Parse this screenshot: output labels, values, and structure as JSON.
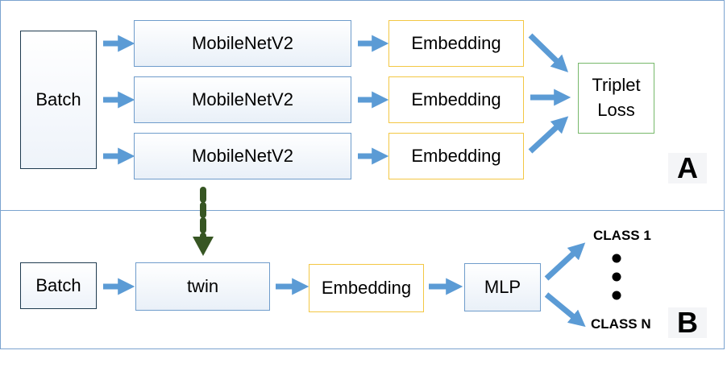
{
  "panel_a": {
    "tag": "A",
    "batch": "Batch",
    "encoders": [
      "MobileNetV2",
      "MobileNetV2",
      "MobileNetV2"
    ],
    "embeddings": [
      "Embedding",
      "Embedding",
      "Embedding"
    ],
    "loss_line1": "Triplet",
    "loss_line2": "Loss"
  },
  "panel_b": {
    "tag": "B",
    "batch": "Batch",
    "encoder": "twin",
    "embedding": "Embedding",
    "classifier": "MLP",
    "class_first": "CLASS 1",
    "class_last": "CLASS N"
  },
  "colors": {
    "arrow": "#5b9bd5",
    "dashed_arrow": "#375623",
    "panel_border": "#7ba3cf",
    "encoder_border": "#6f9ccb",
    "embedding_border": "#f3c744",
    "loss_border": "#77b86a"
  }
}
